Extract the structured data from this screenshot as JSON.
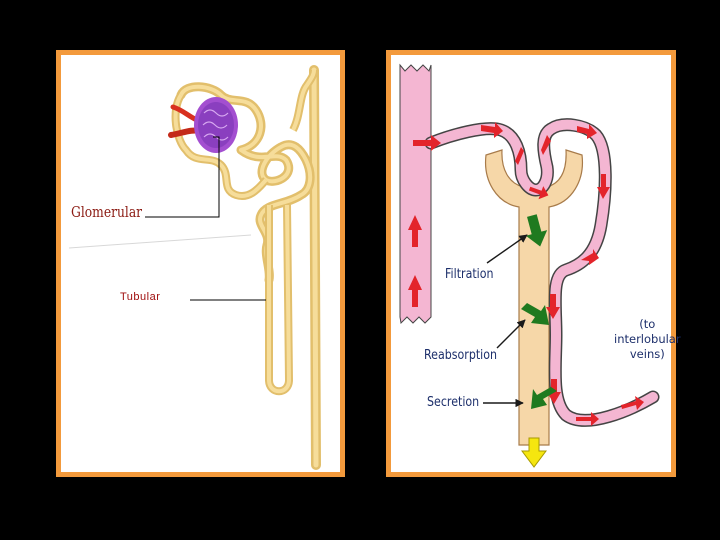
{
  "colors": {
    "background": "#000000",
    "frame": "#f39a3c",
    "tubule": "#f1d38a",
    "glomerulus": "#8a3fbf",
    "vessel": "#f4b6d2",
    "red_arrow": "#e3242b",
    "green_arrow": "#1f7a1f",
    "yellow_arrow": "#f5e60f"
  },
  "left_panel": {
    "glomerular_label": "Glomerular",
    "tubular_label": "Tubular"
  },
  "right_panel": {
    "filtration_label": "Filtration",
    "reabsorption_label": "Reabsorption",
    "secretion_label": "Secretion",
    "veins_label": [
      "(to",
      "interlobular",
      "veins)"
    ]
  }
}
